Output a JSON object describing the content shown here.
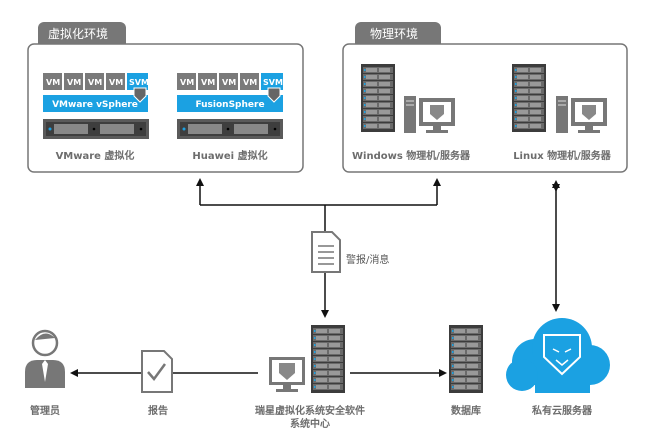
{
  "groups": {
    "virtual": {
      "title": "虚拟化环境",
      "vm_label": "VM",
      "svm_label": "SVM",
      "platforms": [
        {
          "bar": "VMware vSphere",
          "label": "VMware 虚拟化"
        },
        {
          "bar": "FusionSphere",
          "label": "Huawei 虚拟化"
        }
      ]
    },
    "physical": {
      "title": "物理环境",
      "items": [
        {
          "label": "Windows 物理机/服务器"
        },
        {
          "label": "Linux 物理机/服务器"
        }
      ]
    }
  },
  "flow": {
    "alert_label": "警报/消息"
  },
  "bottom": {
    "admin": "管理员",
    "report": "报告",
    "center_line1": "瑞星虚拟化系统安全软件",
    "center_line2": "系统中心",
    "database": "数据库",
    "cloud": "私有云服务器"
  },
  "colors": {
    "accent": "#1ba1e2",
    "gray": "#777777",
    "dark": "#4a4a4a"
  }
}
